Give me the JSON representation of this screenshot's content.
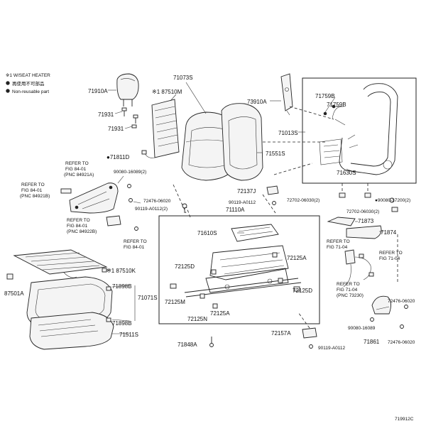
{
  "legend": {
    "heater_note": "※1 W/SEAT HEATER",
    "reuse_note": "再使用不可部品",
    "nonreusable_note": "Non-reusable part"
  },
  "diagram_id": "719912C",
  "labels": {
    "p71910A": "71910A",
    "p71931a": "71931",
    "p71931b": "71931",
    "p71073S": "71073S",
    "p87510M": "※1 87510M",
    "p73910A": "73910A",
    "p71759B_a": "71759B",
    "p71759B_b": "71759B",
    "p71013S": "71013S",
    "p71630S": "71630S",
    "p71551S": "71551S",
    "p71811D": "●71811D",
    "p90080_16089_2": "90080-16089(2)",
    "p72476_06020_a": "72476-06020",
    "p90119_A0112_2": "90119-A0112(2)",
    "p72137J": "72137J",
    "p90119_A0112_a": "90119-A0112",
    "p71110A": "71110A",
    "p72702_a": "72702-06030(2)",
    "p90080_17200": "●90080-17200(2)",
    "p72702_b": "72702-06030(2)",
    "p71873": "71873",
    "p71874": "71874",
    "p71610S": "71610S",
    "p72125A_a": "72125A",
    "p72125D_a": "72125D",
    "p72125M": "72125M",
    "p72125N": "72125N",
    "p72125A_b": "72125A",
    "p72125D_b": "72125D",
    "p87510K": "※1 87510K",
    "p87501A": "87501A",
    "p71898B_a": "71898B",
    "p71071S": "71071S",
    "p71898B_b": "71898B",
    "p71511S": "71511S",
    "p72157A": "72157A",
    "p90119_A0112_b": "90119-A0112",
    "p71848A": "71848A",
    "p90080_16089": "90080-16089",
    "p72476_06020_b": "72476-06020",
    "p72476_06020_c": "72476-06020",
    "p71861": "71861"
  },
  "refs": {
    "r1": [
      "REFER TO",
      "FIG 84-01",
      "(PNC 84921A)"
    ],
    "r2": [
      "REFER TO",
      "FIG 84-01",
      "(PNC 84921B)"
    ],
    "r3": [
      "REFER TO",
      "FIG 84-01",
      "(PNC 84922B)"
    ],
    "r4": [
      "REFER TO",
      "FIG 84-01"
    ],
    "r5": [
      "REFER TO",
      "FIG 71-04"
    ],
    "r6": [
      "REFER TO",
      "FIG 71-04"
    ],
    "r7": [
      "REFER TO",
      "FIG 71-04",
      "(PNC 73230)"
    ]
  }
}
